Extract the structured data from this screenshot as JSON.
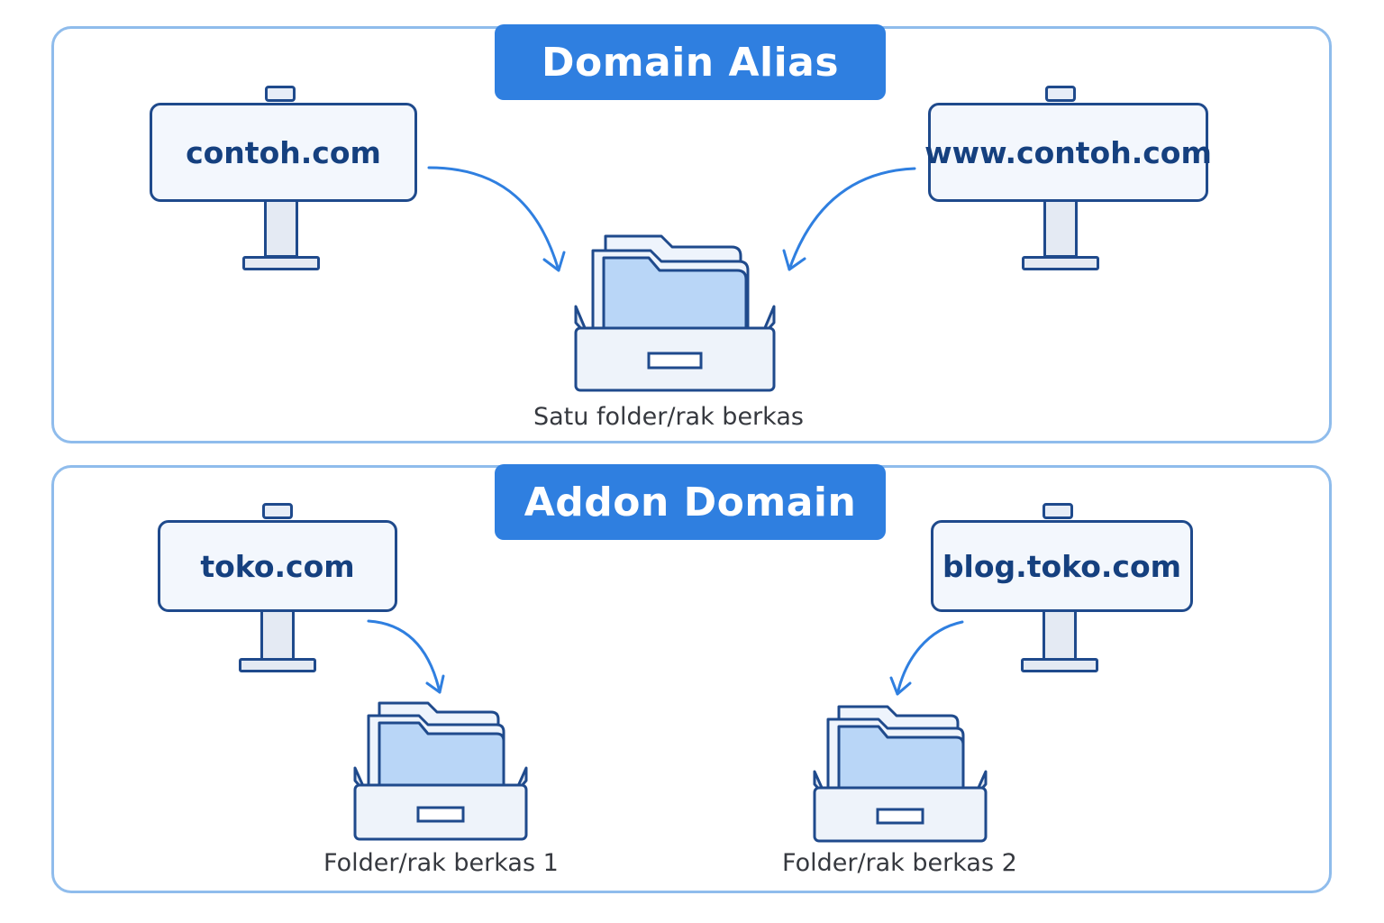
{
  "colors": {
    "accent": "#2f7fe0",
    "panel_border": "#8fbcec",
    "outline": "#1f4a8c",
    "folder_fill": "#b9d6f7",
    "domain_text": "#15407f"
  },
  "domain_alias": {
    "title": "Domain Alias",
    "signs": [
      {
        "label": "contoh.com"
      },
      {
        "label": "www.contoh.com"
      }
    ],
    "folder_caption": "Satu folder/rak berkas"
  },
  "addon_domain": {
    "title": "Addon Domain",
    "signs": [
      {
        "label": "toko.com"
      },
      {
        "label": "blog.toko.com"
      }
    ],
    "folders": [
      {
        "caption": "Folder/rak berkas 1"
      },
      {
        "caption": "Folder/rak berkas 2"
      }
    ]
  },
  "icons": {
    "signpost": "signpost-icon",
    "folder_tray": "folder-tray-icon",
    "arrow": "curved-arrow-icon"
  }
}
